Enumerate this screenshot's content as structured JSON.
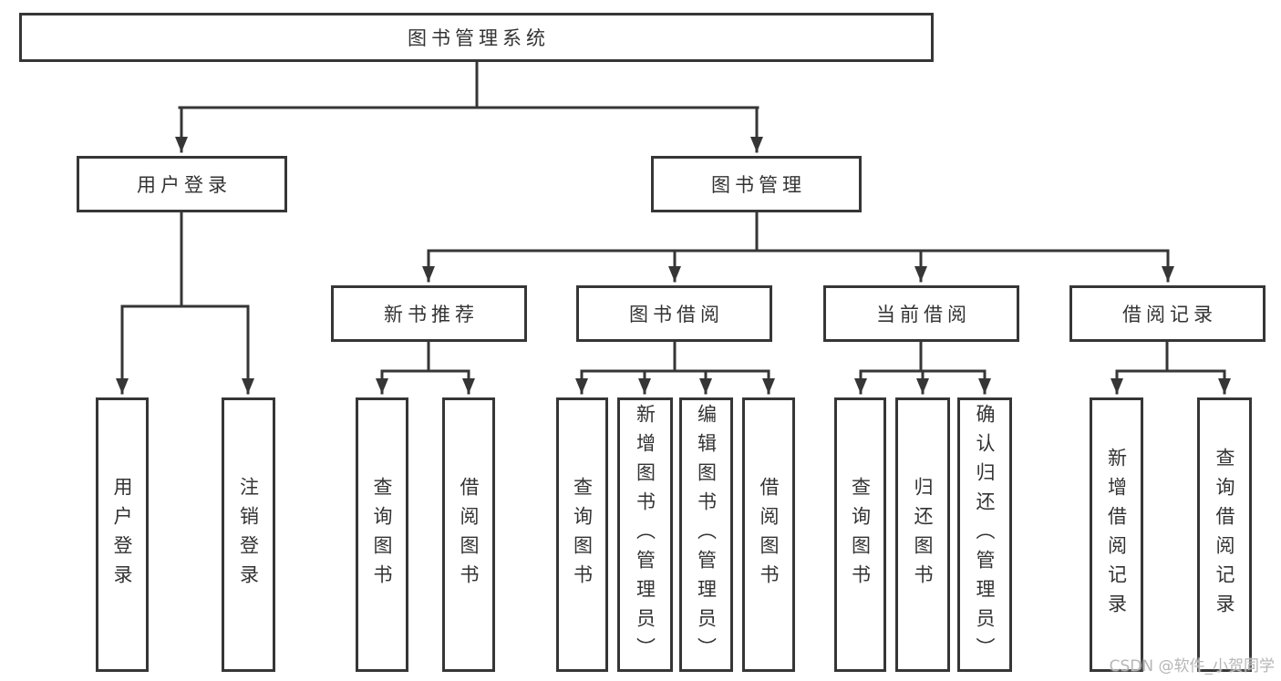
{
  "colors": {
    "line": "#363636",
    "text": "#333333",
    "watermark": "#b6b6b6",
    "background": "#ffffff"
  },
  "tree": {
    "root": {
      "label": "图书管理系统"
    },
    "branches": [
      {
        "label": "用户登录",
        "children": [
          {
            "label": "用户登录"
          },
          {
            "label": "注销登录"
          }
        ]
      },
      {
        "label": "图书管理",
        "children": [
          {
            "label": "新书推荐",
            "children": [
              {
                "label": "查询图书"
              },
              {
                "label": "借阅图书"
              }
            ]
          },
          {
            "label": "图书借阅",
            "children": [
              {
                "label": "查询图书"
              },
              {
                "label": "新增图书（管理员）"
              },
              {
                "label": "编辑图书（管理员）"
              },
              {
                "label": "借阅图书"
              }
            ]
          },
          {
            "label": "当前借阅",
            "children": [
              {
                "label": "查询图书"
              },
              {
                "label": "归还图书"
              },
              {
                "label": "确认归还（管理员）"
              }
            ]
          },
          {
            "label": "借阅记录",
            "children": [
              {
                "label": "新增借阅记录"
              },
              {
                "label": "查询借阅记录"
              }
            ]
          }
        ]
      }
    ]
  },
  "watermark": {
    "text": "CSDN @软件_小贺同学"
  }
}
